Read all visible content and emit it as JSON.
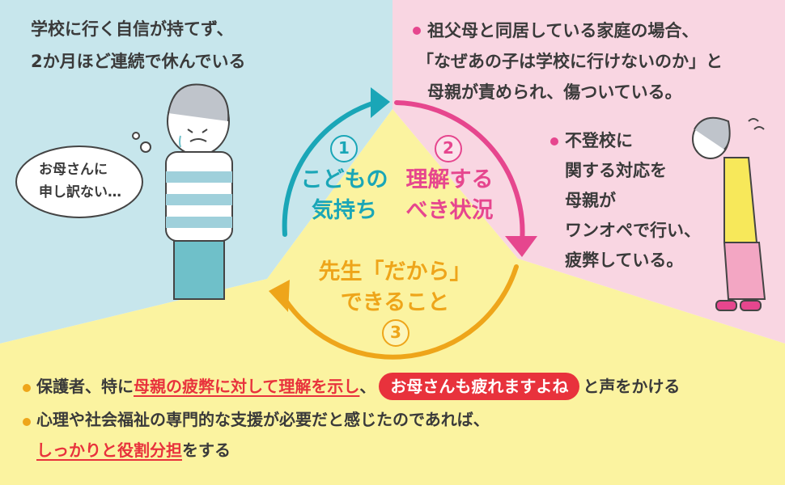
{
  "colors": {
    "blue_bg": "#c7e6ec",
    "pink_bg": "#f9d6e2",
    "yellow_bg": "#fbf3a0",
    "teal": "#1aa6b7",
    "magenta": "#e6468e",
    "orange": "#eea51a",
    "red": "#e8323c"
  },
  "child": {
    "lines": [
      "学校に行く自信が持てず、",
      "2か月ほど連続で休んでいる"
    ],
    "thought_lines": [
      "お母さんに",
      "申し訳ない…"
    ]
  },
  "situation": {
    "item1_lines": [
      "祖父母と同居している家庭の場合、",
      "「なぜあの子は学校に行けないのか」と",
      "母親が責められ、傷ついている。"
    ],
    "item2_lines": [
      "不登校に",
      "関する対応を",
      "母親が",
      "ワンオペで行い、",
      "疲弊している。"
    ]
  },
  "cycle": {
    "step1": {
      "num": "1",
      "lines": [
        "こどもの",
        "気持ち"
      ]
    },
    "step2": {
      "num": "2",
      "lines": [
        "理解する",
        "べき状況"
      ]
    },
    "step3": {
      "num": "3",
      "lines": [
        "先生「だから」",
        "できること"
      ]
    }
  },
  "actions": {
    "item1": {
      "pre": "保護者、特に",
      "highlight": "母親の疲弊に対して理解を示し",
      "comma": "、",
      "quote": "お母さんも疲れますよね",
      "post": "と声をかける"
    },
    "item2": {
      "line1": "心理や社会福祉の専門的な支援が必要だと感じたのであれば、",
      "highlight": "しっかりと役割分担",
      "post": "をする"
    }
  }
}
